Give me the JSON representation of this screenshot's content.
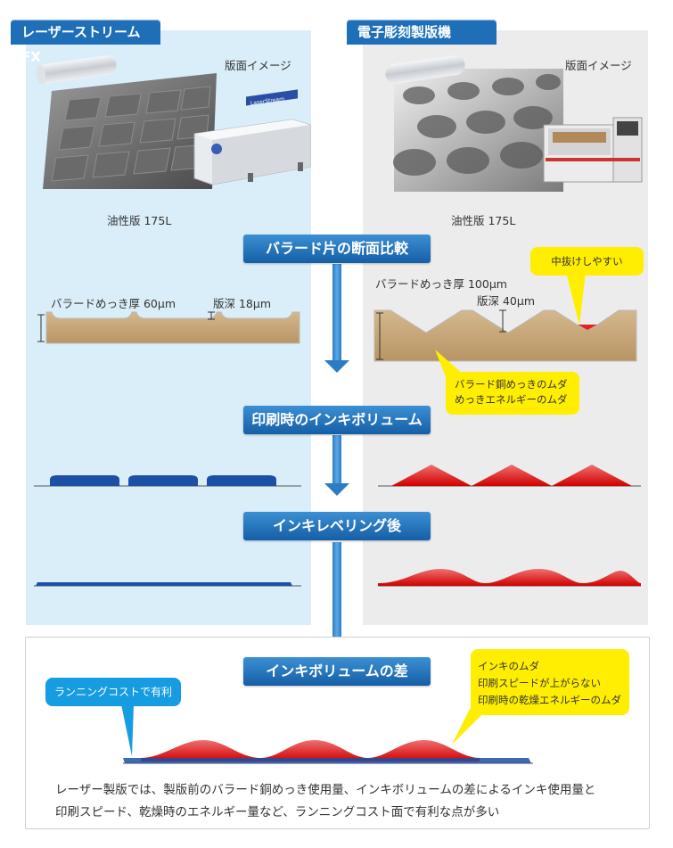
{
  "left": {
    "header": "レーザーストリームFX",
    "image_caption": "版面イメージ",
    "machine_label": "LaserStream",
    "plate_label": "油性版 175L",
    "plating_label": "バラードめっき厚 60μm",
    "depth_label": "版深 18μm"
  },
  "right": {
    "header": "電子彫刻製版機",
    "image_caption": "版面イメージ",
    "plate_label": "油性版 175L",
    "plating_label": "バラードめっき厚 100μm",
    "depth_label": "版深 40μm",
    "callout_top": "中抜けしやすい",
    "callout_bottom": [
      "バラード銅めっきのムダ",
      "めっきエネルギーのムダ"
    ]
  },
  "steps": {
    "cross_section": "バラード片の断面比較",
    "ink_volume": "印刷時のインキボリューム",
    "leveling": "インキレベリング後",
    "difference": "インキボリュームの差"
  },
  "bottom": {
    "blue_callout": "ランニングコストで有利",
    "yellow_callout": [
      "インキのムダ",
      "印刷スピードが上がらない",
      "印刷時の乾燥エネルギーのムダ"
    ],
    "summary": [
      "レーザー製版では、製版前のバラード銅めっき使用量、インキボリュームの差によるインキ使用量と",
      "印刷スピード、乾燥時のエネルギー量など、ランニングコスト面で有利な点が多い"
    ]
  },
  "colors": {
    "laser_panel": "#d9eef9",
    "engrave_panel": "#ececec",
    "header_blue": "#1e6fb8",
    "copper": "#c8a878",
    "ink_blue": "#1d4fa5",
    "ink_red": "#e32222",
    "callout_yellow": "#ffee00",
    "callout_blue": "#169ce0"
  }
}
